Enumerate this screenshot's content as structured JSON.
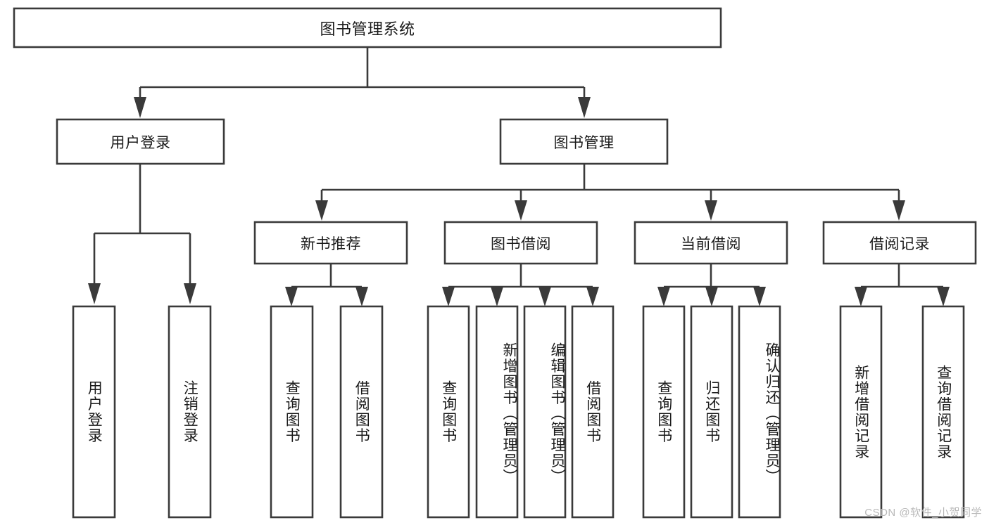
{
  "diagram": {
    "type": "tree-hierarchy",
    "orientation": "top-down",
    "root": {
      "id": "root",
      "label": "图书管理系统"
    },
    "level2": [
      {
        "id": "user-login",
        "label": "用户登录"
      },
      {
        "id": "book-manage",
        "label": "图书管理"
      }
    ],
    "level3": [
      {
        "id": "new-book-rec",
        "label": "新书推荐",
        "parent": "book-manage"
      },
      {
        "id": "book-borrow",
        "label": "图书借阅",
        "parent": "book-manage"
      },
      {
        "id": "current-borrow",
        "label": "当前借阅",
        "parent": "book-manage"
      },
      {
        "id": "borrow-record",
        "label": "借阅记录",
        "parent": "book-manage"
      }
    ],
    "leaves": [
      {
        "id": "leaf-1",
        "label": "用户登录",
        "parent": "user-login"
      },
      {
        "id": "leaf-2",
        "label": "注销登录",
        "parent": "user-login"
      },
      {
        "id": "leaf-3",
        "label": "查询图书",
        "parent": "new-book-rec"
      },
      {
        "id": "leaf-4",
        "label": "借阅图书",
        "parent": "new-book-rec"
      },
      {
        "id": "leaf-5",
        "label": "查询图书",
        "parent": "book-borrow"
      },
      {
        "id": "leaf-6",
        "label": "新增图书（管理员）",
        "parent": "book-borrow"
      },
      {
        "id": "leaf-7",
        "label": "编辑图书（管理员）",
        "parent": "book-borrow"
      },
      {
        "id": "leaf-8",
        "label": "借阅图书",
        "parent": "book-borrow"
      },
      {
        "id": "leaf-9",
        "label": "查询图书",
        "parent": "current-borrow"
      },
      {
        "id": "leaf-10",
        "label": "归还图书",
        "parent": "current-borrow"
      },
      {
        "id": "leaf-11",
        "label": "确认归还（管理员）",
        "parent": "current-borrow"
      },
      {
        "id": "leaf-12",
        "label": "新增借阅记录",
        "parent": "borrow-record"
      },
      {
        "id": "leaf-13",
        "label": "查询借阅记录",
        "parent": "borrow-record"
      }
    ],
    "colors": {
      "box_fill": "#ffffff",
      "box_stroke": "#3a3a3a",
      "connector": "#3a3a3a",
      "text": "#1a1a1a",
      "watermark": "#b8b8b8",
      "background": "#ffffff"
    }
  },
  "watermark": {
    "text": "CSDN @软件_小贺同学"
  }
}
